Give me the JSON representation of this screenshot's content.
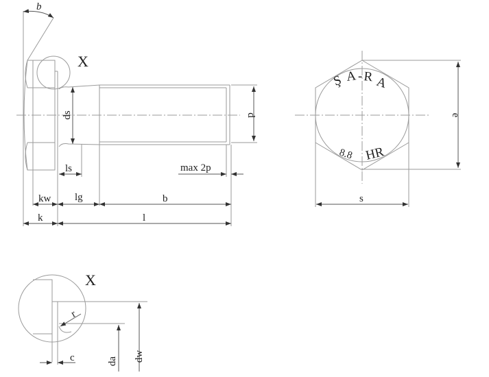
{
  "drawing": {
    "title": "Hex bolt technical drawing",
    "side_view": {
      "angle_label": "b",
      "detail_label": "X",
      "labels": {
        "ds": "ds",
        "d": "d",
        "ls": "ls",
        "max2p": "max 2p",
        "kw": "kw",
        "lg": "lg",
        "b": "b",
        "k": "k",
        "l": "l"
      }
    },
    "head_view": {
      "marking_top": [
        "Ş",
        "A",
        "-",
        "R",
        "A"
      ],
      "marking_bottom_left": "8.8",
      "marking_bottom_right": "HR",
      "labels": {
        "s": "s",
        "e": "e"
      }
    },
    "detail_view": {
      "title": "X",
      "labels": {
        "r": "r",
        "c": "c",
        "da": "da",
        "dw": "dw"
      }
    }
  }
}
